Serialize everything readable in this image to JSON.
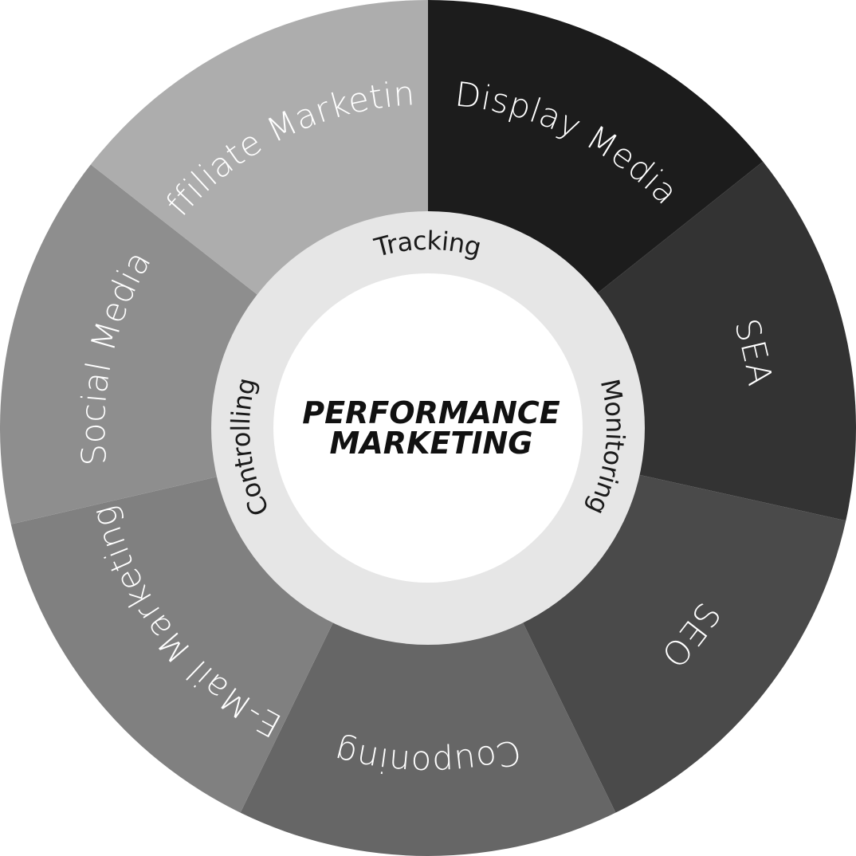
{
  "center": {
    "line1": "PERFORMANCE",
    "line2": "MARKETING"
  },
  "ring": {
    "color": "#e6e6e6",
    "labels": [
      "Tracking",
      "Monitoring",
      "Controlling"
    ]
  },
  "segments": [
    {
      "label": "Display Media",
      "color": "#1c1c1c"
    },
    {
      "label": "SEA",
      "color": "#333333"
    },
    {
      "label": "SEO",
      "color": "#4a4a4a"
    },
    {
      "label": "Couponing",
      "color": "#666666"
    },
    {
      "label": "E-Mail Marketing",
      "color": "#808080"
    },
    {
      "label": "Social Media",
      "color": "#8e8e8e"
    },
    {
      "label": "Affiliate Marketing",
      "color": "#adadad"
    }
  ]
}
